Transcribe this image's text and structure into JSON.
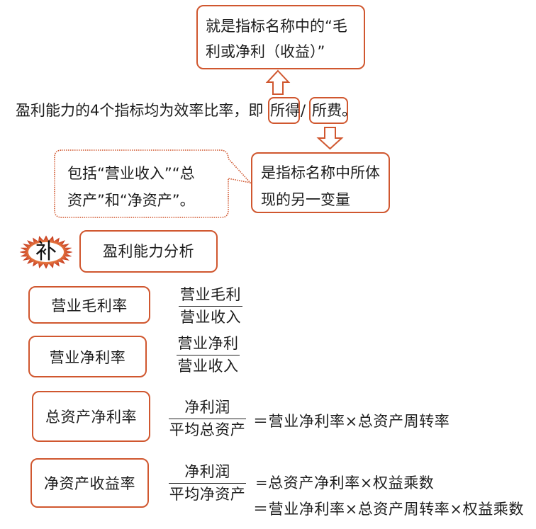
{
  "callouts": {
    "top": {
      "lines": [
        "就是指标名称中的“毛",
        "利或净利（收益）”"
      ]
    },
    "left_dotted": {
      "lines": [
        "包括“营业收入”“总",
        "资产”和“净资产”。"
      ]
    },
    "right": {
      "lines": [
        "是指标名称中所体",
        "现的另一变量"
      ]
    }
  },
  "statement": {
    "prefix": "盈利能力的4个指标均为效率比率，即",
    "numerator_term": "所得",
    "separator": "/",
    "denominator_term": "所费。"
  },
  "supplement": {
    "badge": "补",
    "title": "盈利能力分析"
  },
  "ratios": [
    {
      "name": "营业毛利率",
      "numerator": "营业毛利",
      "denominator": "营业收入",
      "expansions": []
    },
    {
      "name": "营业净利率",
      "numerator": "营业净利",
      "denominator": "营业收入",
      "expansions": []
    },
    {
      "name": "总资产净利率",
      "numerator": "净利润",
      "denominator": "平均总资产",
      "expansions": [
        "＝营业净利率×总资产周转率"
      ]
    },
    {
      "name": "净资产收益率",
      "numerator": "净利润",
      "denominator": "平均净资产",
      "expansions": [
        "=总资产净利率×权益乘数",
        "＝营业净利率×总资产周转率×权益乘数"
      ]
    }
  ],
  "icons": {
    "up_arrow": "arrow-up-outline",
    "down_arrow": "arrow-down-outline",
    "badge": "starburst"
  },
  "colors": {
    "accent": "#d0572f",
    "text": "#1c1c1c",
    "background": "#ffffff",
    "starburst_outer": "#c0301a",
    "starburst_inner": "#f08a4b"
  }
}
